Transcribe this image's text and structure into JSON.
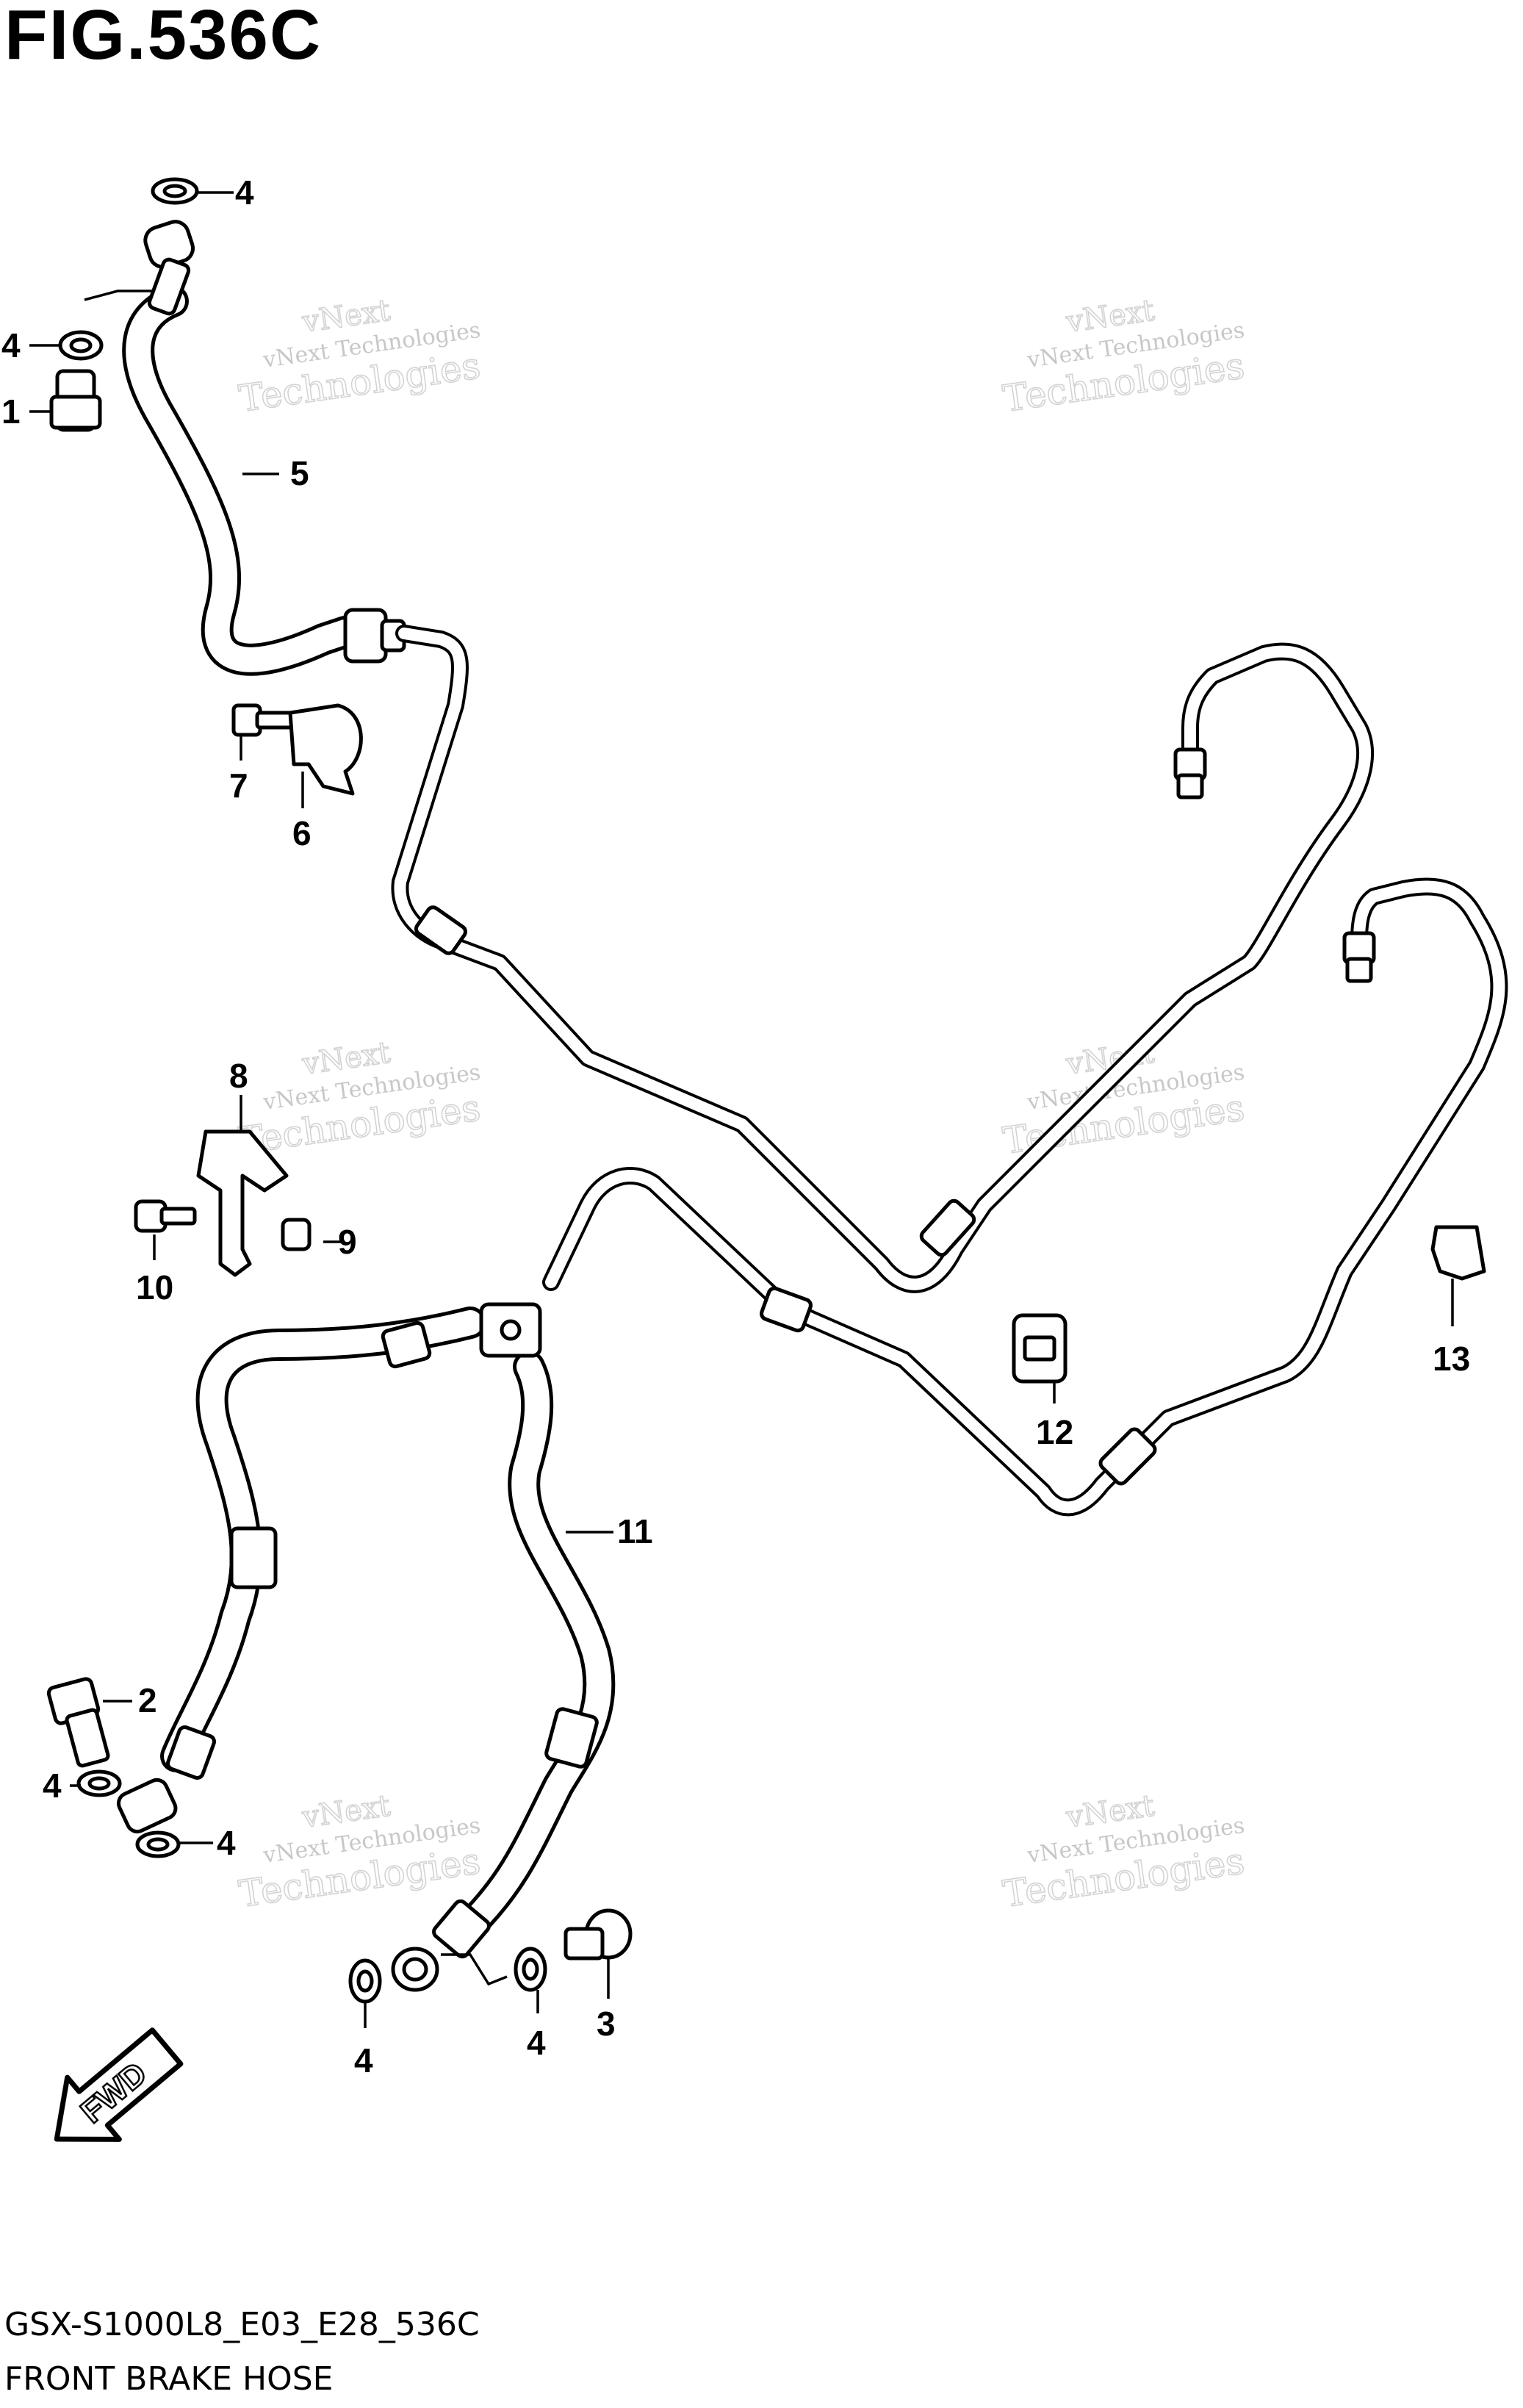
{
  "figure": {
    "title": "FIG.536C",
    "code": "GSX-S1000L8_E03_E28_536C",
    "name": "FRONT BRAKE HOSE"
  },
  "direction_marker": {
    "label": "FWD",
    "icon": "fwd-arrow-icon"
  },
  "watermark": {
    "line1": "vNext Technologies",
    "line2": "vNext",
    "line3": "Technologies"
  },
  "callouts": {
    "c1": "1",
    "c2": "2",
    "c3": "3",
    "c4a": "4",
    "c4b": "4",
    "c4c": "4",
    "c4d": "4",
    "c4e": "4",
    "c4f": "4",
    "c5": "5",
    "c6": "6",
    "c7": "7",
    "c8": "8",
    "c9": "9",
    "c10": "10",
    "c11": "11",
    "c12": "12",
    "c13": "13"
  }
}
